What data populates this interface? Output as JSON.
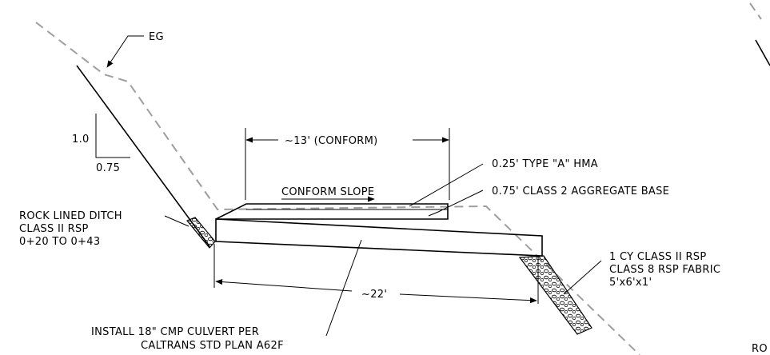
{
  "labels": {
    "eg": "EG",
    "slope_rise": "1.0",
    "slope_run": "0.75",
    "conform_width": "~13' (CONFORM)",
    "conform_slope": "CONFORM SLOPE",
    "hma": "0.25' TYPE \"A\" HMA",
    "aggregate_base": "0.75' CLASS 2 AGGREGATE BASE",
    "ditch_line1": "ROCK LINED DITCH",
    "ditch_line2": "CLASS II RSP",
    "ditch_line3": "0+20 TO 0+43",
    "culvert_length": "~22'",
    "rsp_line1": "1 CY CLASS II RSP",
    "rsp_line2": "CLASS 8 RSP FABRIC",
    "rsp_line3": "5'x6'x1'",
    "culvert_line1": "INSTALL 18\" CMP CULVERT PER",
    "culvert_line2": "CALTRANS STD PLAN A62F",
    "corner_cut": "RO"
  },
  "colors": {
    "linework": "#000000",
    "existing_ground": "#9e9e9e",
    "background": "#ffffff"
  }
}
